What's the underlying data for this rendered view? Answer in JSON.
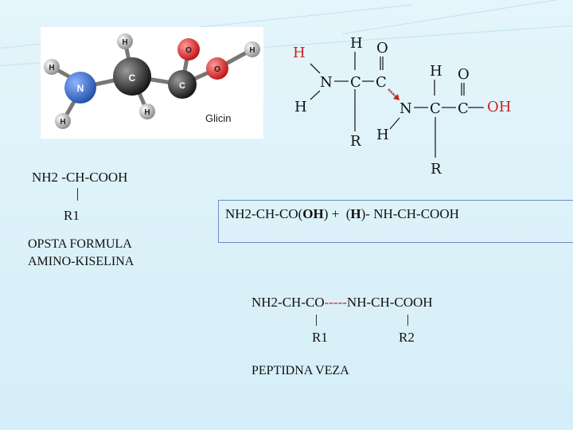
{
  "molecule_image": {
    "caption": "Glicin",
    "atoms": [
      {
        "symbol": "H",
        "color": "#9a9a9a"
      },
      {
        "symbol": "H",
        "color": "#9a9a9a"
      },
      {
        "symbol": "N",
        "color": "#2a62b8"
      },
      {
        "symbol": "C",
        "color": "#1a1a1a"
      },
      {
        "symbol": "O",
        "color": "#d81818"
      },
      {
        "symbol": "C",
        "color": "#2a2a2a"
      },
      {
        "symbol": "O",
        "color": "#d81818"
      },
      {
        "symbol": "H",
        "color": "#9a9a9a"
      },
      {
        "symbol": "H",
        "color": "#9a9a9a"
      },
      {
        "symbol": "H",
        "color": "#9a9a9a"
      }
    ]
  },
  "structure_diagram": {
    "labels": {
      "h_red": "H",
      "h_top1": "H",
      "o_top1": "O",
      "n1": "N",
      "c1": "C",
      "c2": "C",
      "h_left2": "H",
      "r1": "R",
      "h_mid": "H",
      "h_top2": "H",
      "o_top2": "O",
      "n2": "N",
      "c3": "C",
      "c4": "C",
      "oh": "OH",
      "r2": "R"
    },
    "red_color": "#cc2222"
  },
  "general_formula": {
    "formula": "NH2 -CH-COOH",
    "substituent": "R1",
    "caption_line1": "OPSTA FORMULA",
    "caption_line2": "AMINO-KISELINA"
  },
  "reaction": {
    "part1": "NH2-CH-CO(",
    "oh": "OH",
    "part2": ") +",
    "part3": "(",
    "h": "H",
    "part4": ")- NH-CH-COOH"
  },
  "peptide": {
    "left": "NH2-CH-CO",
    "bond": "-----",
    "right": "NH-CH-COOH",
    "r1": "R1",
    "r2": "R2",
    "caption": "PEPTIDNA VEZA"
  }
}
